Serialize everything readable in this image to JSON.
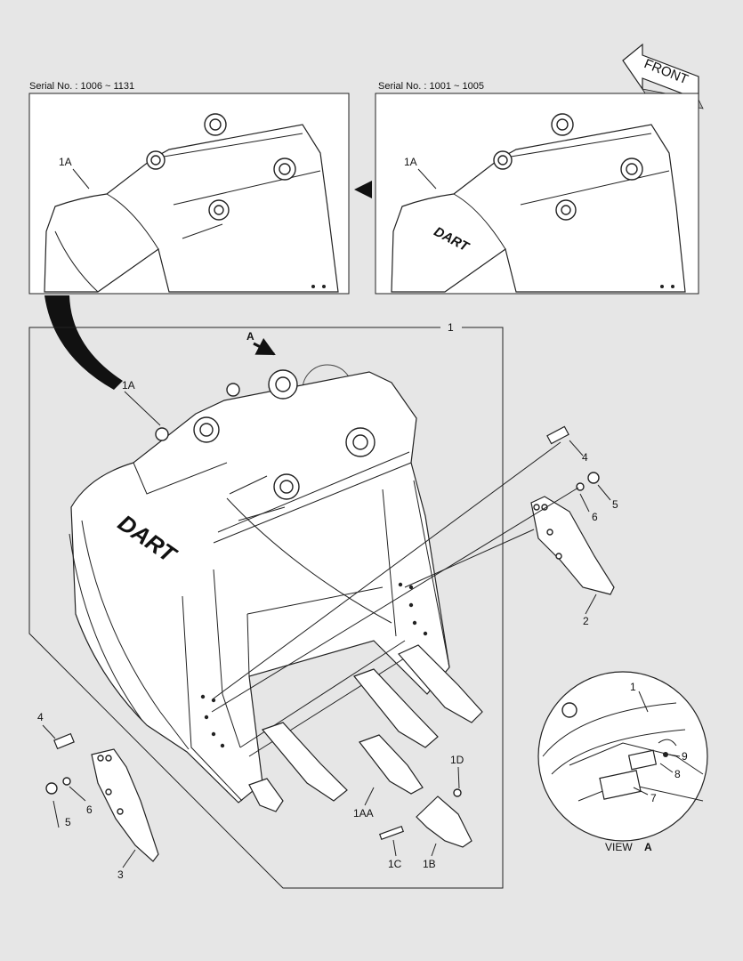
{
  "serial_left": "Serial No. : 1006 ~ 1131",
  "serial_right": "Serial No. : 1001 ~ 1005",
  "front_label": "FRONT",
  "brand_text": "DART",
  "view_prefix": "VIEW",
  "view_letter": "A",
  "arrow_letter": "A",
  "labels": {
    "l1": "1",
    "l1a_left": "1A",
    "l1a_right": "1A",
    "l1a_main": "1A",
    "l4_right": "4",
    "l5_right": "5",
    "l6_right": "6",
    "l2": "2",
    "l4_left": "4",
    "l5_left": "5",
    "l6_left": "6",
    "l3": "3",
    "l1d": "1D",
    "l1aa": "1AA",
    "l1c": "1C",
    "l1b": "1B",
    "v1": "1",
    "v9": "9",
    "v8": "8",
    "v7": "7"
  }
}
